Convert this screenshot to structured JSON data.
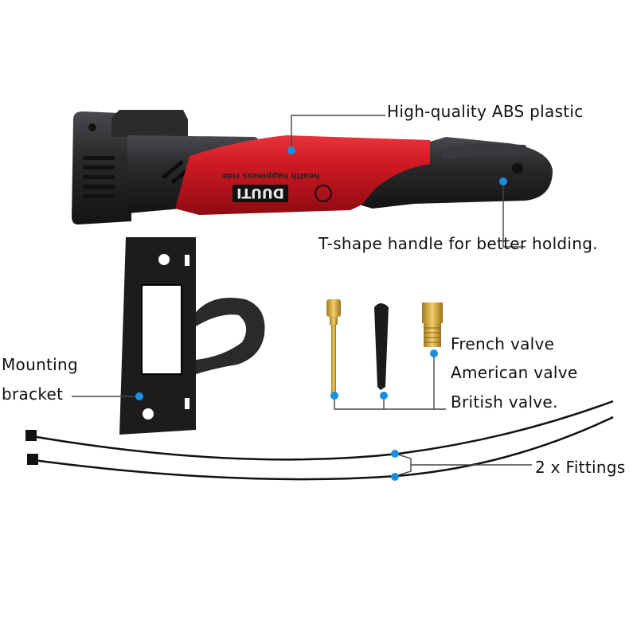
{
  "labels": {
    "abs": "High-quality ABS plastic",
    "handle": "T-shape handle for better holding.",
    "french": "French valve",
    "american": "American valve",
    "british": "British valve.",
    "mounting_line1": "Mounting",
    "mounting_line2": "bracket",
    "fittings": "2 x Fittings"
  },
  "pump_branding": {
    "brand": "DUUTI",
    "slogan": "health happiness ride"
  },
  "colors": {
    "pump_barrel": "#c8101c",
    "pump_black": "#1f1f22",
    "brass": "#c9a23a",
    "marker_dot": "#1a8fe0",
    "leader_line": "#444444"
  }
}
